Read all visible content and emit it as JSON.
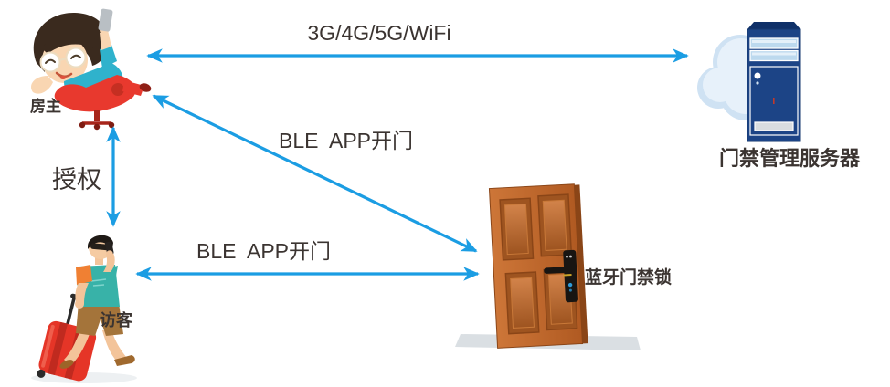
{
  "diagram": {
    "title": "BLE smart door-lock access diagram",
    "colors": {
      "arrow": "#1b9de3",
      "text": "#3b3431",
      "server_tower": "#1c4486",
      "cloud": "#d9e9f6",
      "door": "#c06a2b",
      "suitcase": "#e53527",
      "chair": "#e8392e",
      "shirt_teal": "#2fb2cc"
    },
    "icons": {
      "homeowner": "man-reclining-with-phone-illustration",
      "visitor": "traveler-with-suitcase-illustration",
      "server": "cloud-server-tower-icon",
      "door": "wooden-door-with-smart-lock-icon"
    },
    "nodes": {
      "homeowner": {
        "label": "房主"
      },
      "visitor": {
        "label": "访客"
      },
      "server": {
        "label": "门禁管理服务器"
      },
      "door_lock": {
        "label": "蓝牙门禁锁"
      }
    },
    "links": [
      {
        "id": "homeowner-server",
        "label": "3G/4G/5G/WiFi",
        "type": "bidirectional"
      },
      {
        "id": "homeowner-door",
        "label": "BLE  APP开门",
        "type": "bidirectional"
      },
      {
        "id": "homeowner-visitor",
        "label": "授权",
        "type": "bidirectional"
      },
      {
        "id": "visitor-door",
        "label": "BLE  APP开门",
        "type": "bidirectional"
      }
    ]
  }
}
